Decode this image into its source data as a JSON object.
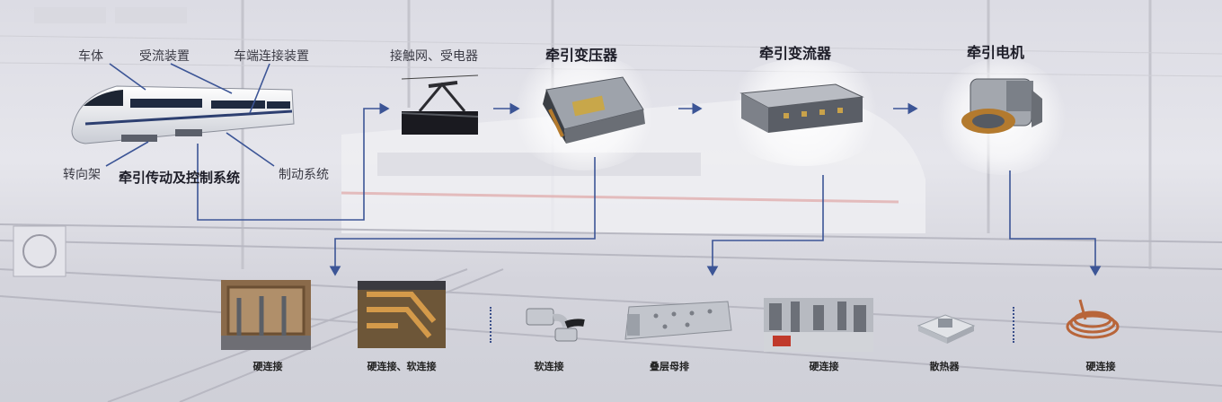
{
  "train_labels": {
    "body": "车体",
    "current_collector": "受流装置",
    "end_connector": "车端连接装置",
    "bogie": "转向架",
    "traction_system": "牵引传动及控制系统",
    "brake": "制动系统"
  },
  "stages": {
    "catenary": "接触网、受电器",
    "transformer": "牵引变压器",
    "converter": "牵引变流器",
    "motor": "牵引电机"
  },
  "products": [
    {
      "label": "硬连接"
    },
    {
      "label": "硬连接、软连接"
    },
    {
      "label": "软连接"
    },
    {
      "label": "叠层母排"
    },
    {
      "label": "硬连接"
    },
    {
      "label": "散热器"
    },
    {
      "label": "硬连接"
    }
  ],
  "colors": {
    "line": "#3c5596",
    "accent_rail": "#d54a4a"
  }
}
